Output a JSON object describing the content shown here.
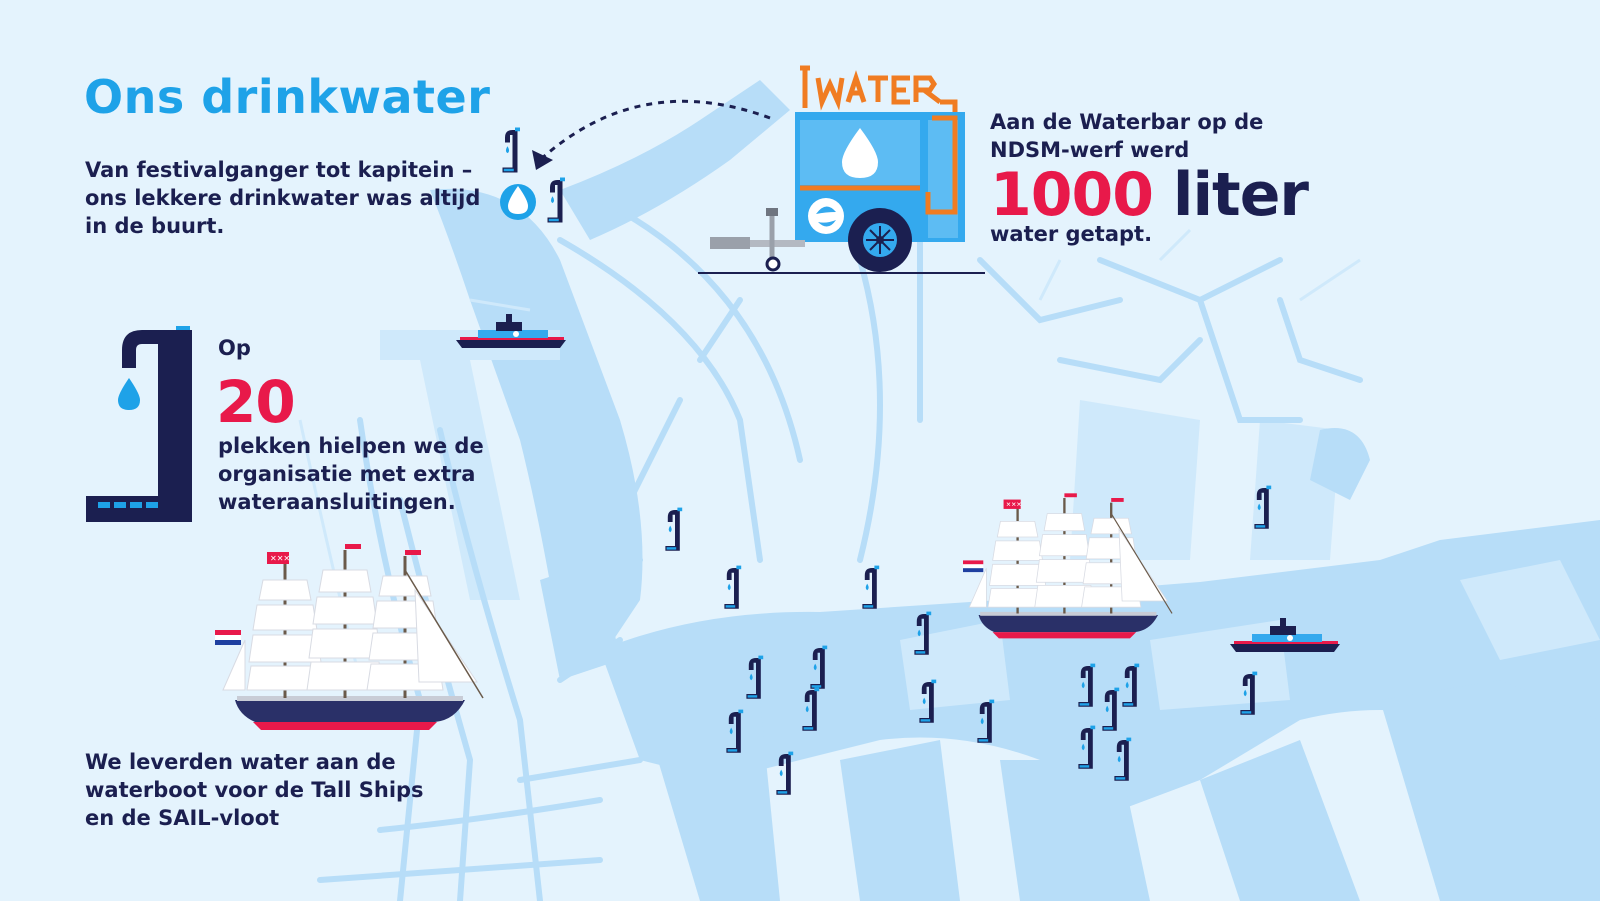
{
  "header": {
    "title": "Ons drinkwater",
    "intro": "Van festivalganger tot kapitein – ons lekkere drinkwater was altijd in de buurt."
  },
  "taps_stat": {
    "prefix": "Op",
    "number": "20",
    "description": "plekken hielpen we de organisatie met extra wateraansluitingen."
  },
  "waterbar_stat": {
    "intro": "Aan de Waterbar op de NDSM-werf werd",
    "number": "1000",
    "unit": "liter",
    "suffix": "water getapt."
  },
  "ships_note": "We leverden water aan de waterboot voor de Tall Ships en de SAIL-vloot",
  "trailer_sign": "WATER",
  "icons": [
    "water-tap-icon",
    "water-drop-icon",
    "water-trailer-icon",
    "tall-ship-icon",
    "tug-boat-icon",
    "amsterdam-flag-icon",
    "dutch-flag-icon"
  ],
  "colors": {
    "background": "#e4f3fd",
    "water": "#b7ddf8",
    "water_light": "#cfe9fb",
    "title_blue": "#1ea2e8",
    "navy": "#1b1f50",
    "accent_red": "#e8194a",
    "trailer_blue": "#34a9ee",
    "trailer_orange": "#f07c22"
  }
}
